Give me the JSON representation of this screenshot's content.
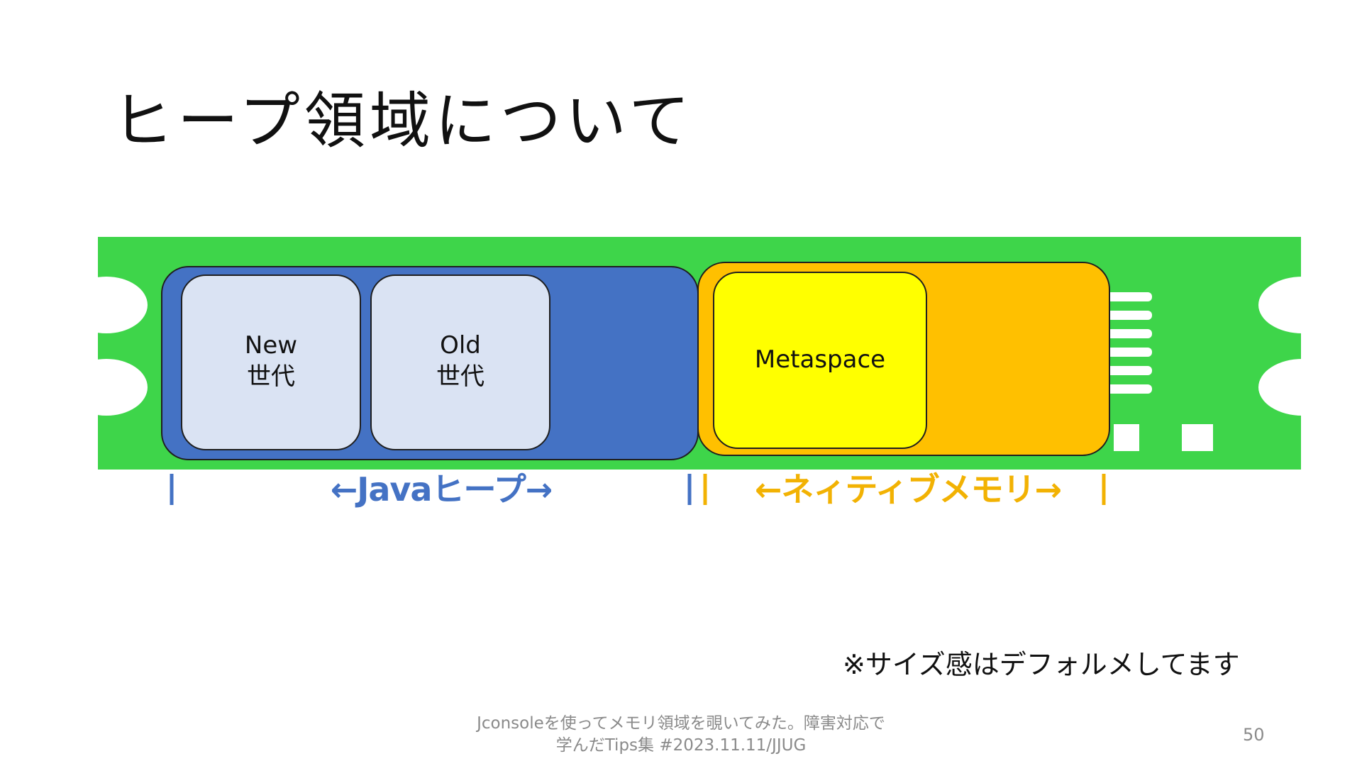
{
  "slide": {
    "title": "ヒープ領域について",
    "note": "※サイズ感はデフォルメしてます",
    "footer_line1": "Jconsoleを使ってメモリ領域を覗いてみた。障害対応で",
    "footer_line2": "学んだTips集 #2023.11.11/JJUG",
    "page_number": "50"
  },
  "diagram": {
    "java_heap": {
      "new_gen": {
        "line1": "New",
        "line2": "世代"
      },
      "old_gen": {
        "line1": "Old",
        "line2": "世代"
      },
      "label": "←Javaヒープ→"
    },
    "native_memory": {
      "metaspace": "Metaspace",
      "label": "←ネィティブメモリ→"
    }
  },
  "colors": {
    "memory_board": "#3ed54a",
    "java_heap": "#4472c4",
    "generation_box": "#dae3f3",
    "native_memory": "#ffc000",
    "metaspace": "#ffff00",
    "java_label": "#4472c4",
    "native_label": "#f2b203"
  }
}
